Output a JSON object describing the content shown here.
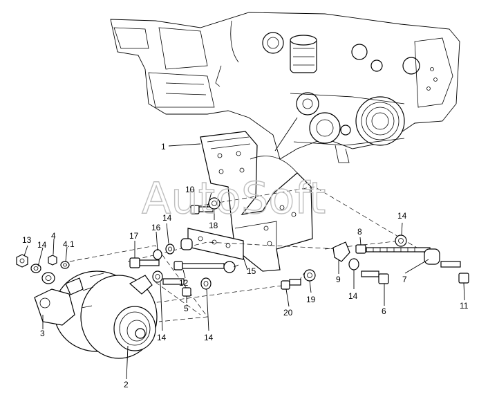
{
  "watermark": "AutoSoft",
  "callouts": [
    {
      "id": "c1",
      "text": "1"
    },
    {
      "id": "c2",
      "text": "2"
    },
    {
      "id": "c3",
      "text": "3"
    },
    {
      "id": "c4",
      "text": "4"
    },
    {
      "id": "c41",
      "text": "4.1"
    },
    {
      "id": "c5",
      "text": "5"
    },
    {
      "id": "c6",
      "text": "6"
    },
    {
      "id": "c7",
      "text": "7"
    },
    {
      "id": "c8",
      "text": "8"
    },
    {
      "id": "c9",
      "text": "9"
    },
    {
      "id": "c10",
      "text": "10"
    },
    {
      "id": "c11",
      "text": "11"
    },
    {
      "id": "c12",
      "text": "12"
    },
    {
      "id": "c13",
      "text": "13"
    },
    {
      "id": "c14a",
      "text": "14"
    },
    {
      "id": "c14b",
      "text": "14"
    },
    {
      "id": "c14c",
      "text": "14"
    },
    {
      "id": "c14d",
      "text": "14"
    },
    {
      "id": "c14e",
      "text": "14"
    },
    {
      "id": "c14f",
      "text": "14"
    },
    {
      "id": "c15",
      "text": "15"
    },
    {
      "id": "c16",
      "text": "16"
    },
    {
      "id": "c17",
      "text": "17"
    },
    {
      "id": "c18",
      "text": "18"
    },
    {
      "id": "c19",
      "text": "19"
    },
    {
      "id": "c20",
      "text": "20"
    }
  ]
}
